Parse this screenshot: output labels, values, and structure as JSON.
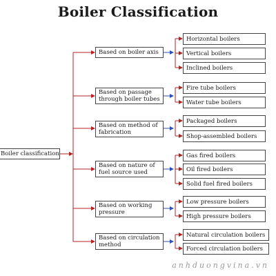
{
  "title": "Boiler Classification",
  "root": "Boiler classification",
  "groups": [
    {
      "label": "Based on boiler axis",
      "items": [
        "Horizontal boilers",
        "Vertical boilers",
        "Inclined boilers"
      ]
    },
    {
      "label": "Based on passage through boiler tubes",
      "items": [
        "Fire tube boilers",
        "Water tube boilers"
      ]
    },
    {
      "label": "Based on method of fabrication",
      "items": [
        "Packaged boilers",
        "Shop-assembled boilers"
      ]
    },
    {
      "label": "Based on nature of fuel source used",
      "items": [
        "Gas fired boilers",
        "Oil fired boilers",
        "Solid fuel fired boilers"
      ]
    },
    {
      "label": "Based on working pressure",
      "items": [
        "Low pressure boilers",
        "High pressure boilers"
      ]
    },
    {
      "label": "Based on circulation method",
      "items": [
        "Natural circulation boilers",
        "Forced circulation boilers"
      ]
    }
  ],
  "watermark": "anhduongvina.vn",
  "colors": {
    "red_arrow": "#b22222",
    "blue_arrow": "#2b4fb5",
    "box_border": "#444444"
  }
}
